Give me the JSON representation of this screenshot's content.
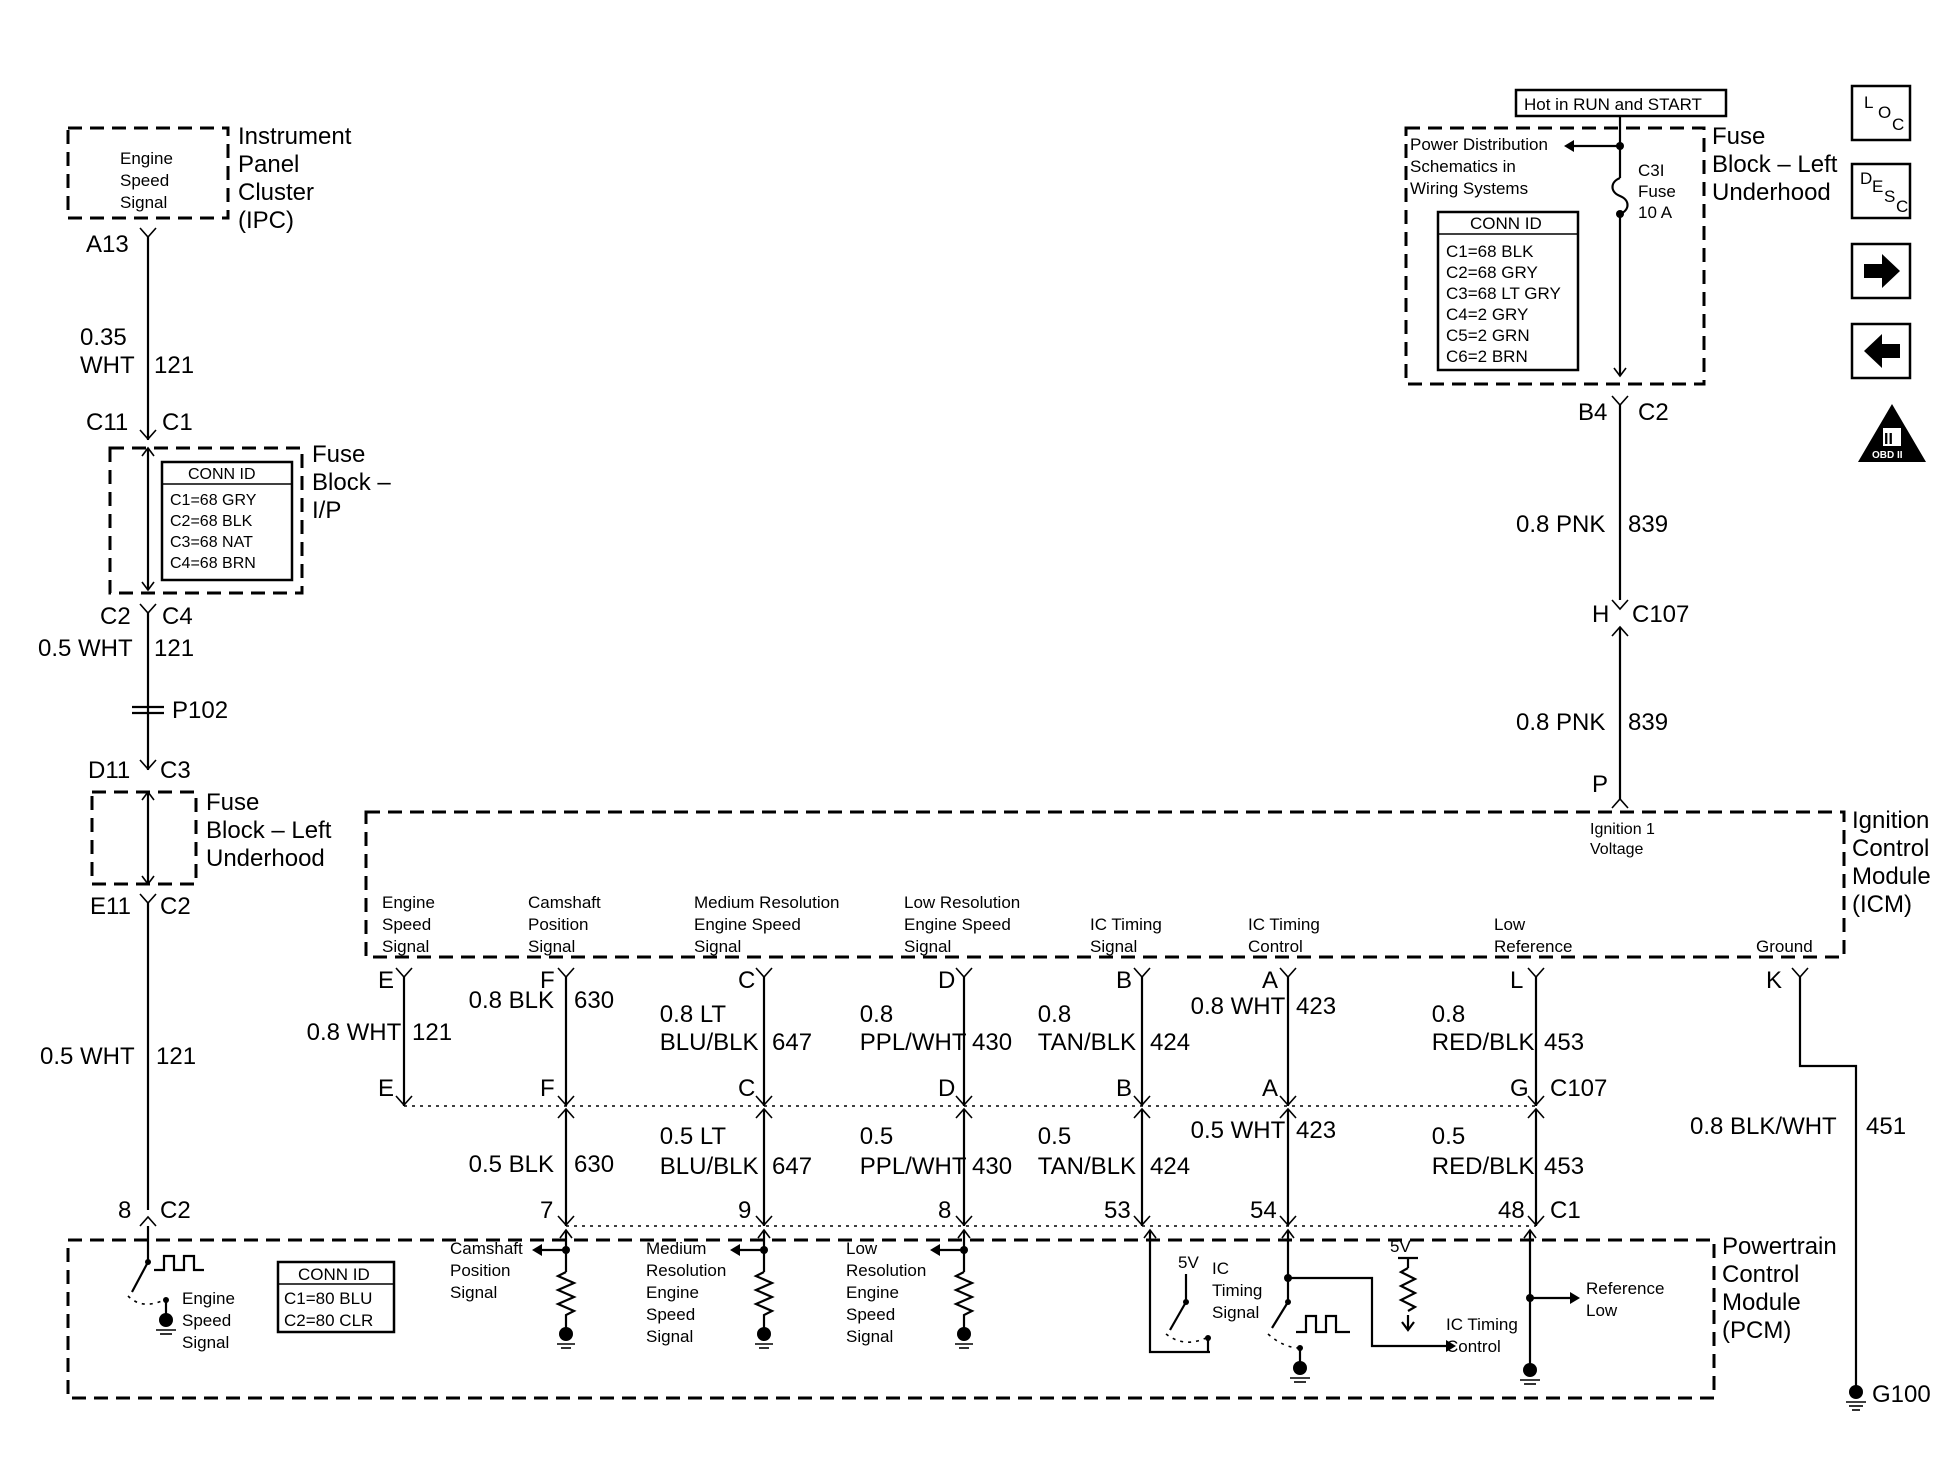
{
  "ipc": {
    "signal": [
      "Engine",
      "Speed",
      "Signal"
    ],
    "name": [
      "Instrument",
      "Panel",
      "Cluster",
      "(IPC)"
    ],
    "pin": "A13"
  },
  "left_wire": {
    "w1_gauge": "0.35",
    "w1_color": "WHT",
    "w1_circuit": "121",
    "c11": "C11",
    "c1": "C1",
    "c2": "C2",
    "c4": "C4",
    "w2_label": "0.5 WHT",
    "w2_circuit": "121",
    "splice": "P102",
    "d11": "D11",
    "c3": "C3",
    "e11": "E11",
    "c2b": "C2",
    "w3_label": "0.5 WHT",
    "w3_circuit": "121",
    "pcm_pin": "8",
    "pcm_conn": "C2"
  },
  "fuse_block_ip": {
    "name": [
      "Fuse",
      "Block –",
      "I/P"
    ],
    "conn_title": "CONN ID",
    "conns": [
      "C1=68 GRY",
      "C2=68 BLK",
      "C3=68 NAT",
      "C4=68 BRN"
    ]
  },
  "fuse_block_lu_small": {
    "name": [
      "Fuse",
      "Block – Left",
      "Underhood"
    ]
  },
  "fuse_block_lu": {
    "hot_label": "Hot in RUN and START",
    "pds": [
      "Power Distribution",
      "Schematics in",
      "Wiring Systems"
    ],
    "fuse": [
      "C3I",
      "Fuse",
      "10 A"
    ],
    "name": [
      "Fuse",
      "Block – Left",
      "Underhood"
    ],
    "conn_title": "CONN ID",
    "conns": [
      "C1=68 BLK",
      "C2=68 GRY",
      "C3=68 LT GRY",
      "C4=2 GRY",
      "C5=2 GRN",
      "C6=2 BRN"
    ],
    "pin": "B4",
    "conn": "C2"
  },
  "right_wire": {
    "w1": "0.8 PNK",
    "w1_circuit": "839",
    "h": "H",
    "c107": "C107",
    "w2": "0.8 PNK",
    "w2_circuit": "839",
    "p": "P"
  },
  "icm": {
    "name": [
      "Ignition",
      "Control",
      "Module",
      "(ICM)"
    ],
    "ign_voltage": [
      "Ignition 1",
      "Voltage"
    ],
    "labels": [
      [
        "Engine",
        "Speed",
        "Signal"
      ],
      [
        "Camshaft",
        "Position",
        "Signal"
      ],
      [
        "Medium Resolution",
        "Engine Speed",
        "Signal"
      ],
      [
        "Low Resolution",
        "Engine Speed",
        "Signal"
      ],
      [
        "IC Timing",
        "Signal"
      ],
      [
        "IC Timing",
        "Control"
      ],
      [
        "Low",
        "Reference"
      ],
      [
        "Ground"
      ]
    ],
    "pins": [
      "E",
      "F",
      "C",
      "D",
      "B",
      "A",
      "L",
      "K"
    ]
  },
  "harness_upper": [
    {
      "lines": [
        "0.8 WHT"
      ],
      "circuit": "121"
    },
    {
      "lines": [
        "0.8 BLK"
      ],
      "circuit": "630"
    },
    {
      "lines": [
        "0.8 LT",
        "BLU/BLK"
      ],
      "circuit": "647"
    },
    {
      "lines": [
        "0.8",
        "PPL/WHT"
      ],
      "circuit": "430"
    },
    {
      "lines": [
        "0.8",
        "TAN/BLK"
      ],
      "circuit": "424"
    },
    {
      "lines": [
        "0.8 WHT"
      ],
      "circuit": "423"
    },
    {
      "lines": [
        "0.8",
        "RED/BLK"
      ],
      "circuit": "453"
    }
  ],
  "c107_pins": [
    "E",
    "F",
    "C",
    "D",
    "B",
    "A",
    "G"
  ],
  "c107_label": "C107",
  "harness_lower": [
    {
      "lines": [
        "0.5 BLK"
      ],
      "circuit": "630"
    },
    {
      "lines": [
        "0.5 LT",
        "BLU/BLK"
      ],
      "circuit": "647"
    },
    {
      "lines": [
        "0.5",
        "PPL/WHT"
      ],
      "circuit": "430"
    },
    {
      "lines": [
        "0.5",
        "TAN/BLK"
      ],
      "circuit": "424"
    },
    {
      "lines": [
        "0.5 WHT"
      ],
      "circuit": "423"
    },
    {
      "lines": [
        "0.5",
        "RED/BLK"
      ],
      "circuit": "453"
    }
  ],
  "pcm_pins": [
    "7",
    "9",
    "8",
    "53",
    "54",
    "48"
  ],
  "pcm_c1": "C1",
  "ground_wire": {
    "label": "0.8 BLK/WHT",
    "circuit": "451",
    "ground": "G100"
  },
  "pcm": {
    "name": [
      "Powertrain",
      "Control",
      "Module",
      "(PCM)"
    ],
    "conn_title": "CONN ID",
    "conns": [
      "C1=80 BLU",
      "C2=80 CLR"
    ],
    "engine_speed": [
      "Engine",
      "Speed",
      "Signal"
    ],
    "cam": [
      "Camshaft",
      "Position",
      "Signal"
    ],
    "med": [
      "Medium",
      "Resolution",
      "Engine",
      "Speed",
      "Signal"
    ],
    "low": [
      "Low",
      "Resolution",
      "Engine",
      "Speed",
      "Signal"
    ],
    "ic_timing_signal": [
      "IC",
      "Timing",
      "Signal"
    ],
    "five_v": "5V",
    "five_v2": "5V",
    "ic_timing_control": [
      "IC Timing",
      "Control"
    ],
    "ref_low": [
      "Reference",
      "Low"
    ]
  },
  "nav": {
    "loc": [
      "L",
      "O",
      "C"
    ],
    "desc": [
      "D",
      "E",
      "S",
      "C"
    ],
    "obd": "OBD II",
    "obd_mark": "II"
  }
}
